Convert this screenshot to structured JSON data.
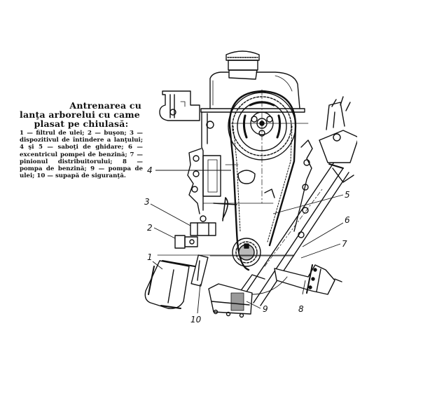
{
  "caption": {
    "title_line1": "Antrenarea cu",
    "title_line2": "lanţa arborelui cu came",
    "title_line3": "plasat pe chiulasă:",
    "legend_text": "1 — filtrul de ulei; 2 — buşon; 3 — dispozitivul de întindere a lanţului; 4 şi 5 — saboţi de ghidare; 6 — excentricul pompei de benzină; 7 — pinionul distribuitorului; 8 — pompa de benzină; 9 — pompa de ulei; 10 — supapă de siguranţă.",
    "legend": [
      {
        "num": "1",
        "label": "filtrul de ulei"
      },
      {
        "num": "2",
        "label": "buşon"
      },
      {
        "num": "3",
        "label": "dispozitivul de întindere a lanţului"
      },
      {
        "num": "4 şi 5",
        "label": "saboţi de ghidare"
      },
      {
        "num": "6",
        "label": "excentricul pompei de benzină"
      },
      {
        "num": "7",
        "label": "pinionul distribuitorului"
      },
      {
        "num": "8",
        "label": "pompa de benzină"
      },
      {
        "num": "9",
        "label": "pompa de ulei"
      },
      {
        "num": "10",
        "label": "supapă de siguranţă"
      }
    ]
  },
  "diagram": {
    "callouts": {
      "c1": "1",
      "c2": "2",
      "c3": "3",
      "c4": "4",
      "c5": "5",
      "c6": "6",
      "c7": "7",
      "c8": "8",
      "c9": "9",
      "c10": "10"
    },
    "line_color": "#111111",
    "background": "#ffffff"
  }
}
